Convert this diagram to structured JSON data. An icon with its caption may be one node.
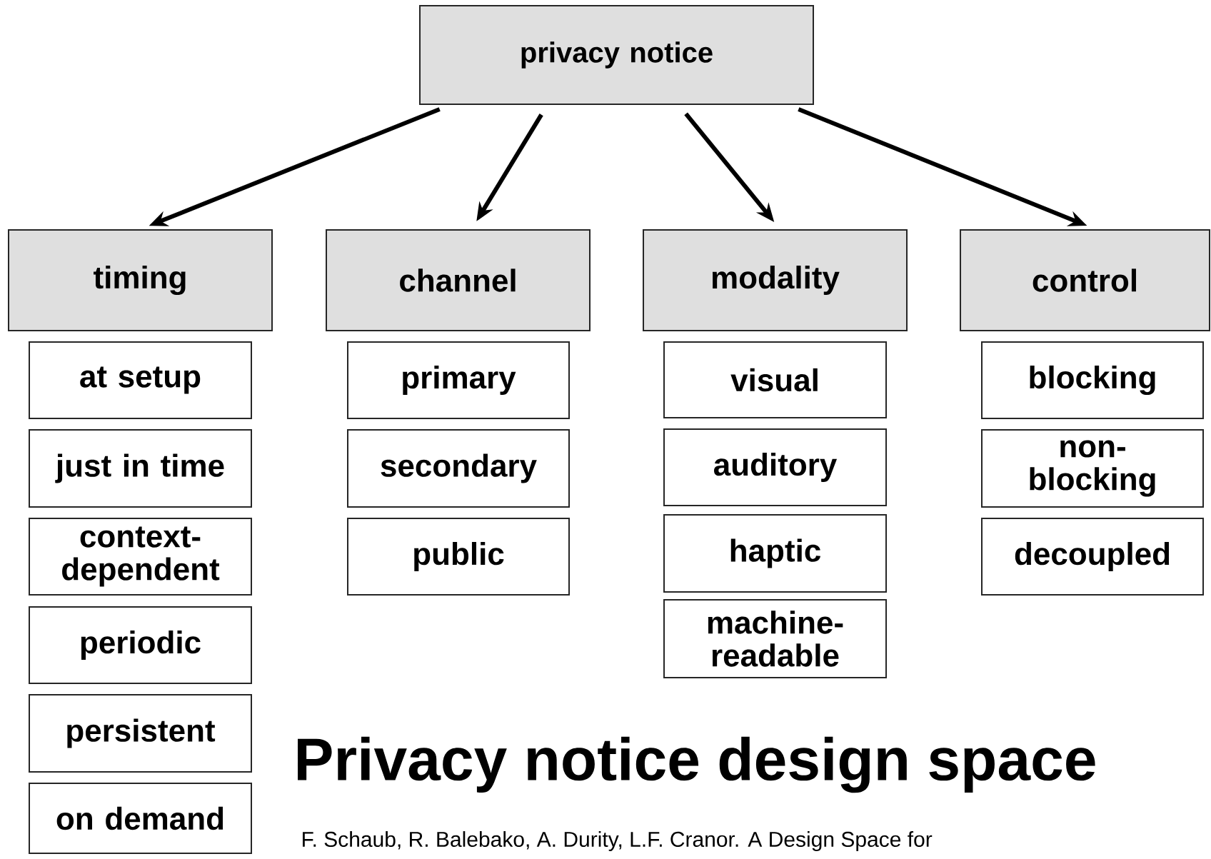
{
  "diagram": {
    "title": "Privacy notice design space",
    "nodes": [
      {
        "text": [
          "privacy notice"
        ]
      },
      {
        "text": [
          "timing"
        ]
      },
      {
        "text": [
          "channel"
        ]
      },
      {
        "text": [
          "modality"
        ]
      },
      {
        "text": [
          "control"
        ]
      },
      {
        "text": [
          "at setup"
        ]
      },
      {
        "text": [
          "just in time"
        ]
      },
      {
        "text": [
          "context-dependent"
        ]
      },
      {
        "text": [
          "periodic"
        ]
      },
      {
        "text": [
          "persistent"
        ]
      },
      {
        "text": [
          "on demand"
        ]
      },
      {
        "text": [
          "primary"
        ]
      },
      {
        "text": [
          "secondary"
        ]
      },
      {
        "text": [
          "public"
        ]
      },
      {
        "text": [
          "visual"
        ]
      },
      {
        "text": [
          "auditory"
        ]
      },
      {
        "text": [
          "haptic"
        ]
      },
      {
        "text": [
          "machine-readable"
        ]
      },
      {
        "text": [
          "blocking"
        ]
      },
      {
        "text": [
          "non-blocking"
        ]
      },
      {
        "text": [
          "decoupled"
        ]
      }
    ],
    "edges": [
      {
        "from": 0,
        "to": 1,
        "arrow": "to"
      },
      {
        "from": 0,
        "to": 2,
        "arrow": "to"
      },
      {
        "from": 0,
        "to": 3,
        "arrow": "to"
      },
      {
        "from": 0,
        "to": 4,
        "arrow": "to"
      }
    ],
    "labels": [
      "F. Schaub, R. Balebako, A. Durity, L.F. Cranor. A Design Space for"
    ]
  }
}
